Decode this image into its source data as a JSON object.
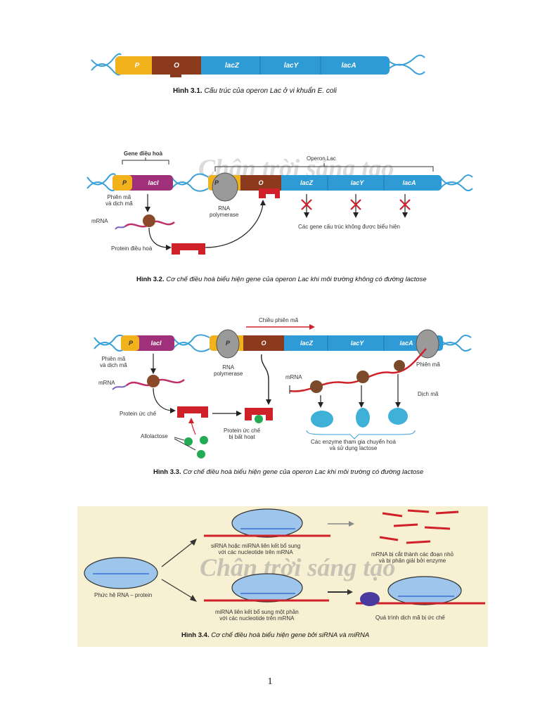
{
  "fig1": {
    "segments": {
      "p": "P",
      "o": "O",
      "lacz": "lacZ",
      "lacy": "lacY",
      "laca": "lacA"
    },
    "caption_num": "Hình 3.1.",
    "caption_text": "Cấu trúc của operon Lac ở vi khuẩn E. coli"
  },
  "fig2": {
    "regulator_gene_label": "Gene điều hoà",
    "operon_label": "Operon Lac",
    "segments": {
      "p_reg": "P",
      "laci": "lacI",
      "p": "P",
      "o": "O",
      "lacz": "lacZ",
      "lacy": "lacY",
      "laca": "lacA"
    },
    "transcription_translation": "Phiên mã\nvà dịch mã",
    "mrna": "mRNA",
    "rna_polymerase": "RNA\npolymerase",
    "regulatory_protein": "Protein điều hoà",
    "not_expressed": "Các gene cấu trúc không được biểu hiện",
    "watermark": "Chân trời sáng tạo",
    "caption_num": "Hình 3.2.",
    "caption_text": "Cơ chế điều hoà biểu hiện gene của operon Lac khi môi trường không có đường lactose"
  },
  "fig3": {
    "direction_label": "Chiều phiên mã",
    "segments": {
      "p_reg": "P",
      "laci": "lacI",
      "p": "P",
      "o": "O",
      "lacz": "lacZ",
      "lacy": "lacY",
      "laca": "lacA"
    },
    "transcription_translation": "Phiên mã\nvà dịch mã",
    "mrna_left": "mRNA",
    "mrna_right": "mRNA",
    "rna_polymerase": "RNA\npolymerase",
    "repressor": "Protein ức chế",
    "inactivated_repressor": "Protein ức chế\nbị bất hoạt",
    "allolactose": "Allolactose",
    "transcription": "Phiên mã",
    "translation": "Dịch mã",
    "enzymes": "Các enzyme tham gia chuyển hoá\nvà sử dụng lactose",
    "caption_num": "Hình 3.3.",
    "caption_text": "Cơ chế điều hoà biểu hiện gene của operon Lac khi môi trường có đường lactose"
  },
  "fig4": {
    "complex": "Phức hệ RNA – protein",
    "sirna_text": "siRNA hoặc miRNA liên kết bổ sung\nvới các nucleotide trên mRNA",
    "mirna_text": "miRNA liên kết bổ sung một phần\nvới các nucleotide trên mRNA",
    "cut_text": "mRNA bị cắt thành các đoạn nhỏ\nvà bị phân giải bởi enzyme",
    "inhibit_text": "Quá trình dịch mã bị ức chế",
    "watermark": "Chân trời sáng tạo",
    "caption_num": "Hình 3.4.",
    "caption_text": "Cơ chế điều hoà biểu hiện gene bởi siRNA và miRNA",
    "bg_color": "#f7f0d2"
  },
  "colors": {
    "promoter": "#f2b21b",
    "operator": "#8b3a1e",
    "gene": "#2e9bd6",
    "laci": "#a0307a",
    "repressor": "#d0212a",
    "dna": "#3aa0d8"
  },
  "page_number": "1"
}
